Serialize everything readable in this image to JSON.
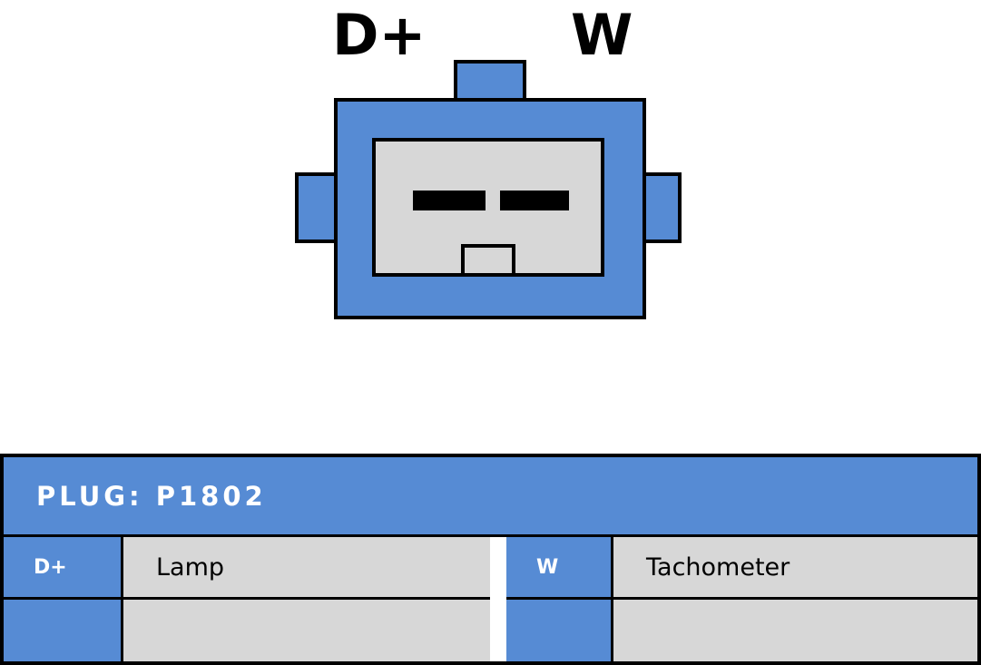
{
  "diagram": {
    "pin_labels": {
      "dplus": "D+",
      "w": "W"
    }
  },
  "table": {
    "title": "PLUG: P1802",
    "rows": [
      {
        "pin": "D+",
        "desc": "Lamp"
      },
      {
        "pin": "W",
        "desc": "Tachometer"
      }
    ],
    "empty_row": {
      "pin": "",
      "desc": ""
    }
  },
  "colors": {
    "blue": "#568bd4",
    "gray": "#d7d7d7",
    "border": "#000000"
  }
}
